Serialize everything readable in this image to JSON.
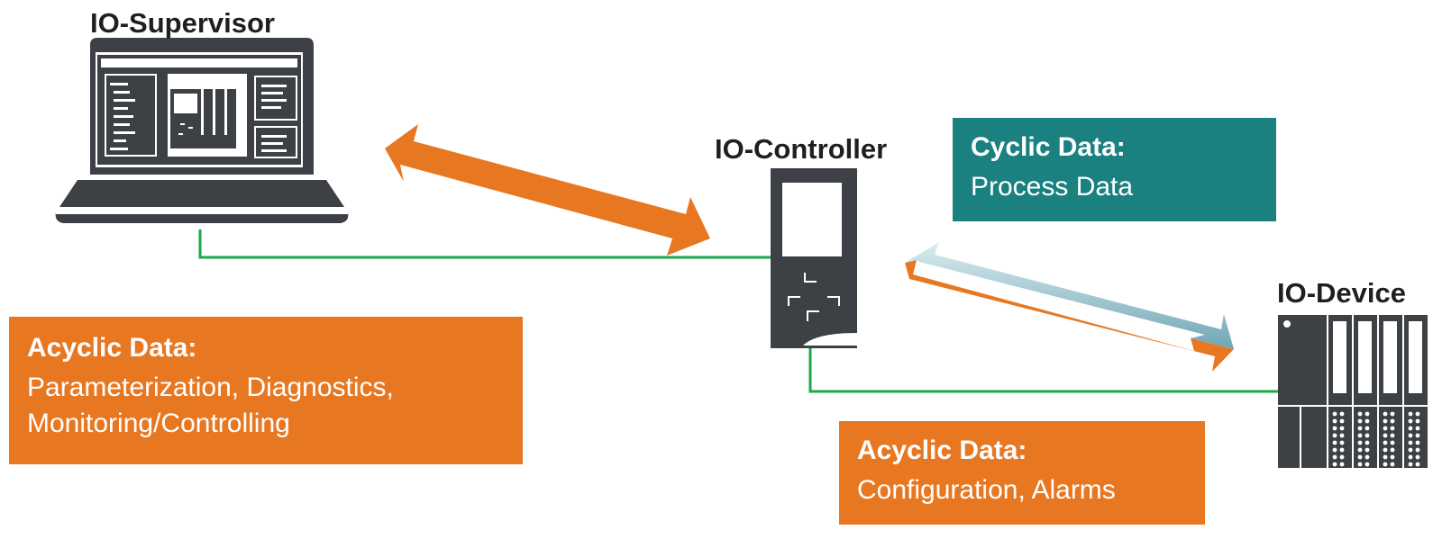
{
  "labels": {
    "supervisor": "IO-Supervisor",
    "controller": "IO-Controller",
    "device": "IO-Device"
  },
  "boxes": {
    "supervisor_acyclic": {
      "title": "Acyclic Data:",
      "lines": [
        "Parameterization, Diagnostics,",
        "Monitoring/Controlling"
      ]
    },
    "cyclic": {
      "title": "Cyclic Data:",
      "lines": [
        "Process Data"
      ]
    },
    "device_acyclic": {
      "title": "Acyclic Data:",
      "lines": [
        "Configuration, Alarms"
      ]
    }
  },
  "colors": {
    "orange": "#e87722",
    "teal": "#1a8080",
    "device_gray": "#3d4146",
    "green_line": "#1aaa4a",
    "cyclic_arrow_gradient": [
      "#7fb4c0",
      "#dcecef"
    ]
  },
  "icons": {
    "supervisor": "laptop-icon",
    "controller": "controller-icon",
    "device": "io-device-icon"
  }
}
